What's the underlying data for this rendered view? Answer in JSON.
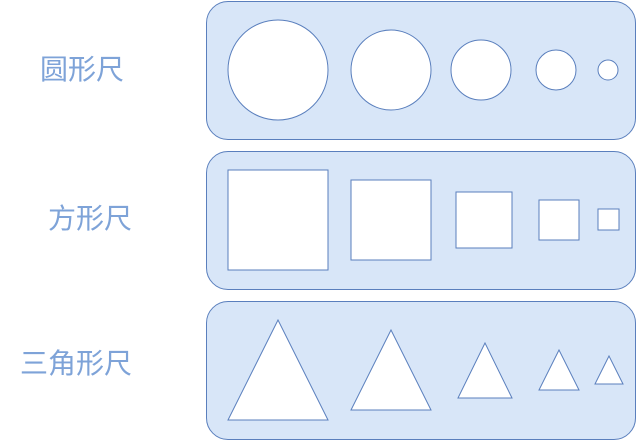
{
  "rulers": {
    "circle": {
      "label": "圆形尺"
    },
    "square": {
      "label": "方形尺"
    },
    "triangle": {
      "label": "三角形尺"
    }
  },
  "colors": {
    "label_text": "#7ea3d8",
    "panel_fill": "#d8e6f8",
    "panel_border": "#5a7fbd",
    "shape_fill": "#ffffff",
    "shape_stroke": "#5a7fbd"
  }
}
